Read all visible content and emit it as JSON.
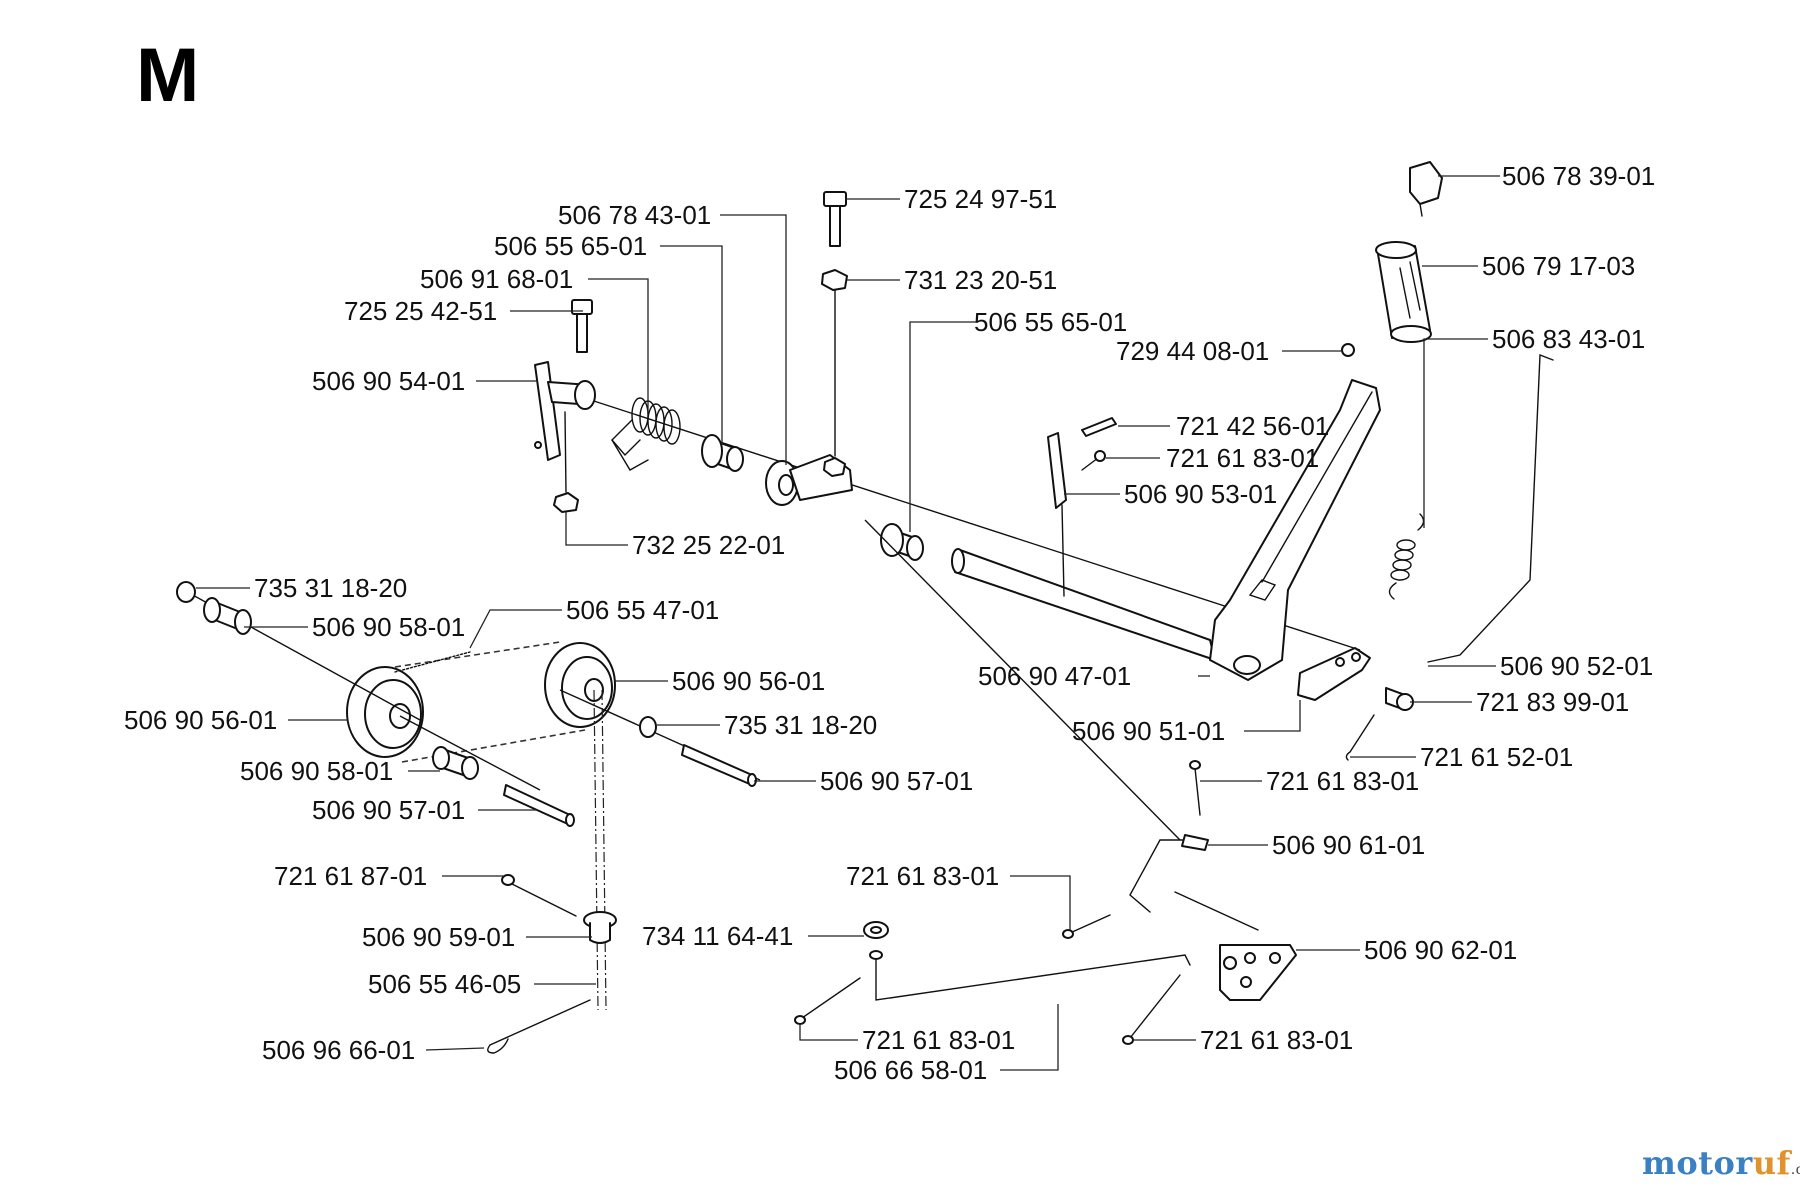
{
  "diagram": {
    "title": "M",
    "watermark": {
      "brand_a": "motor",
      "brand_b": "uf",
      "suffix": ".de"
    },
    "labels": [
      "506 78 39-01",
      "725 24 97-51",
      "506 78 43-01",
      "506 79 17-03",
      "506 55 65-01",
      "731 23 20-51",
      "506 91 68-01",
      "506 55 65-01",
      "725 25 42-51",
      "506 83 43-01",
      "729 44 08-01",
      "506 90 54-01",
      "721 42 56-01",
      "721 61 83-01",
      "506 90 53-01",
      "732 25 22-01",
      "735 31 18-20",
      "506 55 47-01",
      "506 90 58-01",
      "506 90 52-01",
      "506 90 56-01",
      "506 90 47-01",
      "721 83 99-01",
      "506 90 56-01",
      "735 31 18-20",
      "506 90 51-01",
      "721 61 52-01",
      "506 90 58-01",
      "506 90 57-01",
      "721 61 83-01",
      "506 90 57-01",
      "506 90 61-01",
      "721 61 87-01",
      "721 61 83-01",
      "506 90 62-01",
      "506 90 59-01",
      "734 11 64-41",
      "506 55 46-05",
      "721 61 83-01",
      "721 61 83-01",
      "506 96 66-01",
      "506 66 58-01"
    ]
  }
}
